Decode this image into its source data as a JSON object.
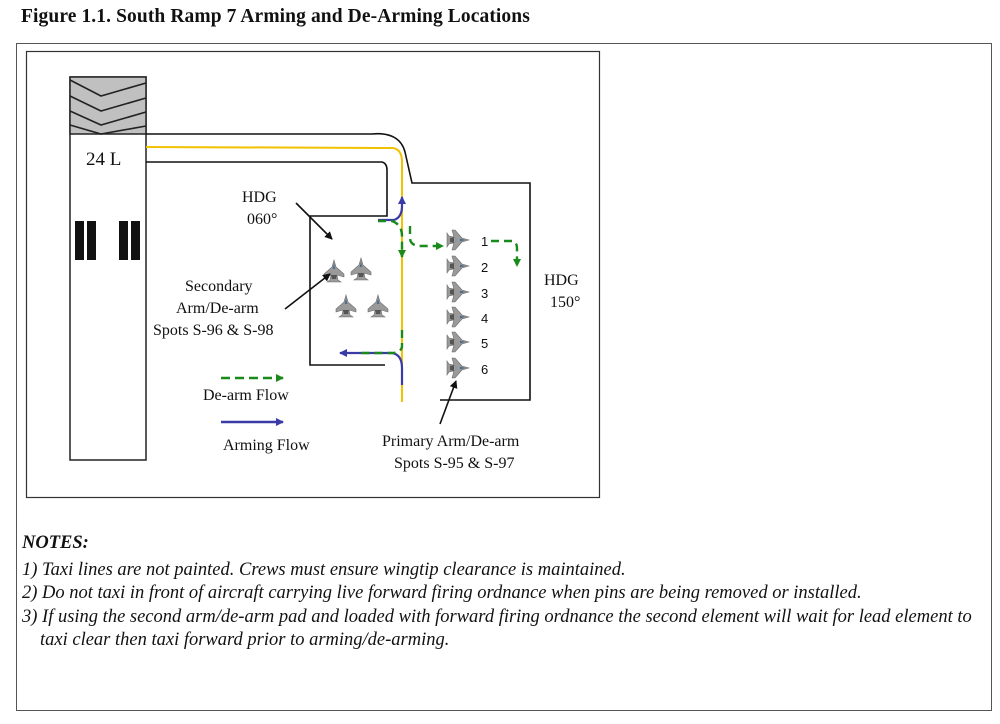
{
  "figure": {
    "title": "Figure 1.1.  South Ramp 7 Arming and De-Arming Locations"
  },
  "diagram": {
    "runway_label": "24 L",
    "hdg_secondary": {
      "line1": "HDG",
      "line2": "060°"
    },
    "hdg_primary": {
      "line1": "HDG",
      "line2": "150°"
    },
    "secondary_label": [
      "Secondary",
      "Arm/De-arm",
      "Spots S-96 & S-98"
    ],
    "primary_label": [
      "Primary Arm/De-arm",
      "Spots S-95 & S-97"
    ],
    "primary_spots": [
      "1",
      "2",
      "3",
      "4",
      "5",
      "6"
    ],
    "secondary_aircraft_count": 4,
    "legend": {
      "dearm": "De-arm Flow",
      "arming": "Arming Flow"
    },
    "colors": {
      "dearm_flow": "#1a8a1a",
      "arming_flow": "#3b3ba8",
      "taxi_centerline": "#f2c200",
      "runway_threshold": "#c0c0c0"
    }
  },
  "notes": {
    "header": "NOTES:",
    "items": [
      "1) Taxi lines are not painted.  Crews must ensure wingtip clearance is maintained.",
      "2) Do not taxi in front of aircraft carrying live forward firing ordnance when pins are being removed or installed.",
      "3) If using the second arm/de-arm pad and loaded with forward firing ordnance the second element will wait for lead element to taxi clear then taxi forward prior to arming/de-arming."
    ]
  }
}
